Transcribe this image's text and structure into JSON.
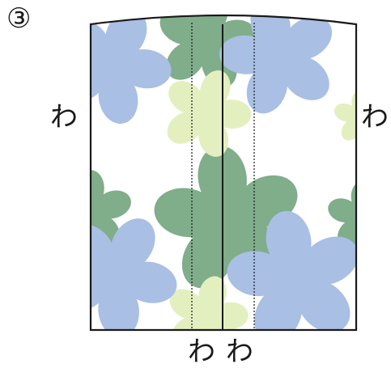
{
  "diagram": {
    "step_number": "③",
    "fold_labels": {
      "left": "わ",
      "right": "わ",
      "bottom": [
        "わ",
        "わ"
      ]
    },
    "colors": {
      "outline": "#1a1a1a",
      "flower_blue": "#a9bfe4",
      "flower_green": "#80ad8a",
      "flower_lightgreen": "#e3efbf"
    },
    "fabric_pattern": "floral",
    "fold_lines": "dotted"
  }
}
